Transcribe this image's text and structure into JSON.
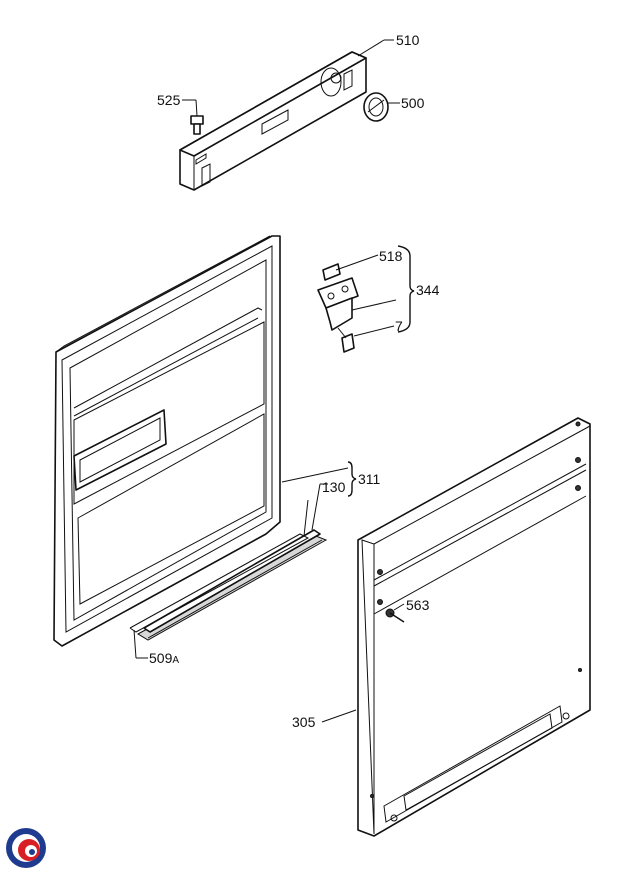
{
  "parts": {
    "p510": "510",
    "p525": "525",
    "p500": "500",
    "p518": "518",
    "p344": "344",
    "p7": "7",
    "p311": "311",
    "p130": "130",
    "p509": "509",
    "p509_suffix": "A",
    "p563": "563",
    "p305": "305"
  },
  "logo": {
    "icon": "brand-swirl-logo",
    "colors": [
      "#1f3b8f",
      "#d81f26"
    ]
  }
}
